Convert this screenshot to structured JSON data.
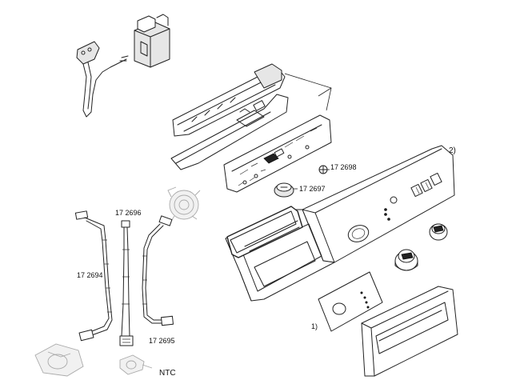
{
  "diagram": {
    "labels": {
      "note_2": "2)",
      "part_172698": "17 2698",
      "part_172697": "17 2697",
      "part_172696": "17 2696",
      "part_172694": "17 2694",
      "part_172695": "17 2695",
      "note_1": "1)",
      "ntc": "NTC"
    }
  }
}
